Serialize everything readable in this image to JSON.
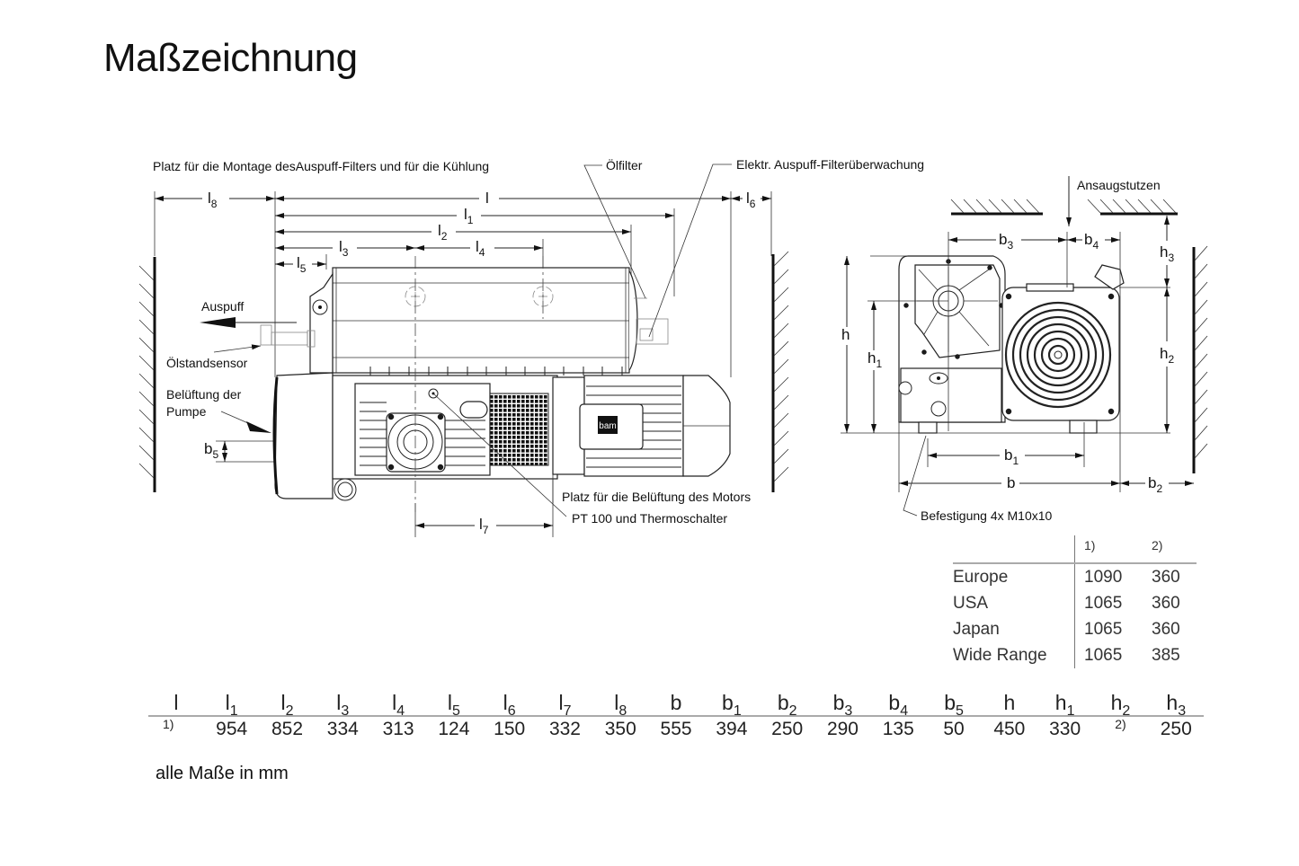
{
  "title": "Maßzeichnung",
  "side_view": {
    "labels": {
      "mounting_space": "Platz für die Montage desAuspuff-Filters und für die Kühlung",
      "oil_filter": "Ölfilter",
      "exhaust_filter_monitor": "Elektr. Auspuff-Filterüberwachung",
      "exhaust": "Auspuff",
      "oil_level_sensor": "Ölstandsensor",
      "pump_ventilation_line1": "Belüftung der",
      "pump_ventilation_line2": "Pumpe",
      "motor_ventilation": "Platz für die Belüftung des Motors",
      "pt100": "PT 100 und Thermoschalter",
      "motor_badge": "bam"
    },
    "dimensions": {
      "l": {
        "base": "l",
        "sub": ""
      },
      "l1": {
        "base": "l",
        "sub": "1"
      },
      "l2": {
        "base": "l",
        "sub": "2"
      },
      "l3": {
        "base": "l",
        "sub": "3"
      },
      "l4": {
        "base": "l",
        "sub": "4"
      },
      "l5": {
        "base": "l",
        "sub": "5"
      },
      "l6": {
        "base": "l",
        "sub": "6"
      },
      "l7": {
        "base": "l",
        "sub": "7"
      },
      "l8": {
        "base": "l",
        "sub": "8"
      },
      "b5": {
        "base": "b",
        "sub": "5"
      }
    }
  },
  "front_view": {
    "labels": {
      "intake": "Ansaugstutzen",
      "mounting": "Befestigung 4x M10x10"
    },
    "dimensions": {
      "b": {
        "base": "b",
        "sub": ""
      },
      "b1": {
        "base": "b",
        "sub": "1"
      },
      "b2": {
        "base": "b",
        "sub": "2"
      },
      "b3": {
        "base": "b",
        "sub": "3"
      },
      "b4": {
        "base": "b",
        "sub": "4"
      },
      "h": {
        "base": "h",
        "sub": ""
      },
      "h1": {
        "base": "h",
        "sub": "1"
      },
      "h2": {
        "base": "h",
        "sub": "2"
      },
      "h3": {
        "base": "h",
        "sub": "3"
      }
    }
  },
  "region_table": {
    "headers": [
      "",
      "1)",
      "2)"
    ],
    "rows": [
      {
        "region": "Europe",
        "v1": "1090",
        "v2": "360"
      },
      {
        "region": "USA",
        "v1": "1065",
        "v2": "360"
      },
      {
        "region": "Japan",
        "v1": "1065",
        "v2": "360"
      },
      {
        "region": "Wide Range",
        "v1": "1065",
        "v2": "385"
      }
    ]
  },
  "dimension_table": {
    "columns": [
      {
        "base": "l",
        "sub": "",
        "value": "1)",
        "footnote": true
      },
      {
        "base": "l",
        "sub": "1",
        "value": "954"
      },
      {
        "base": "l",
        "sub": "2",
        "value": "852"
      },
      {
        "base": "l",
        "sub": "3",
        "value": "334"
      },
      {
        "base": "l",
        "sub": "4",
        "value": "313"
      },
      {
        "base": "l",
        "sub": "5",
        "value": "124"
      },
      {
        "base": "l",
        "sub": "6",
        "value": "150"
      },
      {
        "base": "l",
        "sub": "7",
        "value": "332"
      },
      {
        "base": "l",
        "sub": "8",
        "value": "350"
      },
      {
        "base": "b",
        "sub": "",
        "value": "555"
      },
      {
        "base": "b",
        "sub": "1",
        "value": "394"
      },
      {
        "base": "b",
        "sub": "2",
        "value": "250"
      },
      {
        "base": "b",
        "sub": "3",
        "value": "290"
      },
      {
        "base": "b",
        "sub": "4",
        "value": "135"
      },
      {
        "base": "b",
        "sub": "5",
        "value": "50"
      },
      {
        "base": "h",
        "sub": "",
        "value": "450"
      },
      {
        "base": "h",
        "sub": "1",
        "value": "330"
      },
      {
        "base": "h",
        "sub": "2",
        "value": "2)",
        "footnote": true
      },
      {
        "base": "h",
        "sub": "3",
        "value": "250"
      }
    ]
  },
  "footnote": "alle Maße in mm"
}
